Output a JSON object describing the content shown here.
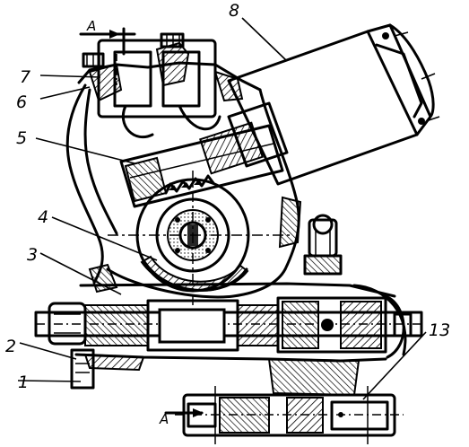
{
  "labels": {
    "l1": "1",
    "l2": "2",
    "l3": "3",
    "l4": "4",
    "l5": "5",
    "l6": "6",
    "l7": "7",
    "l8": "8",
    "l13": "13",
    "section_top": "A",
    "section_bottom": "A"
  }
}
